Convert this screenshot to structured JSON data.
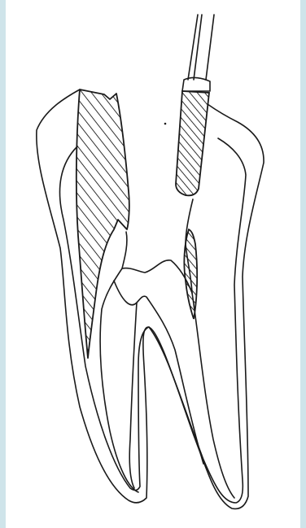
{
  "figure": {
    "subject": "tooth-cross-section",
    "elements": [
      "outer-crown-root-outline",
      "pulp-chamber",
      "mesial-canal",
      "distal-canal",
      "hatched-restoration",
      "hatched-bur",
      "instrument-shaft",
      "hatched-dentin-area"
    ]
  },
  "colors": {
    "background": "#ffffff",
    "side_border": "#cfe4ea",
    "line": "#1a1a1a"
  }
}
